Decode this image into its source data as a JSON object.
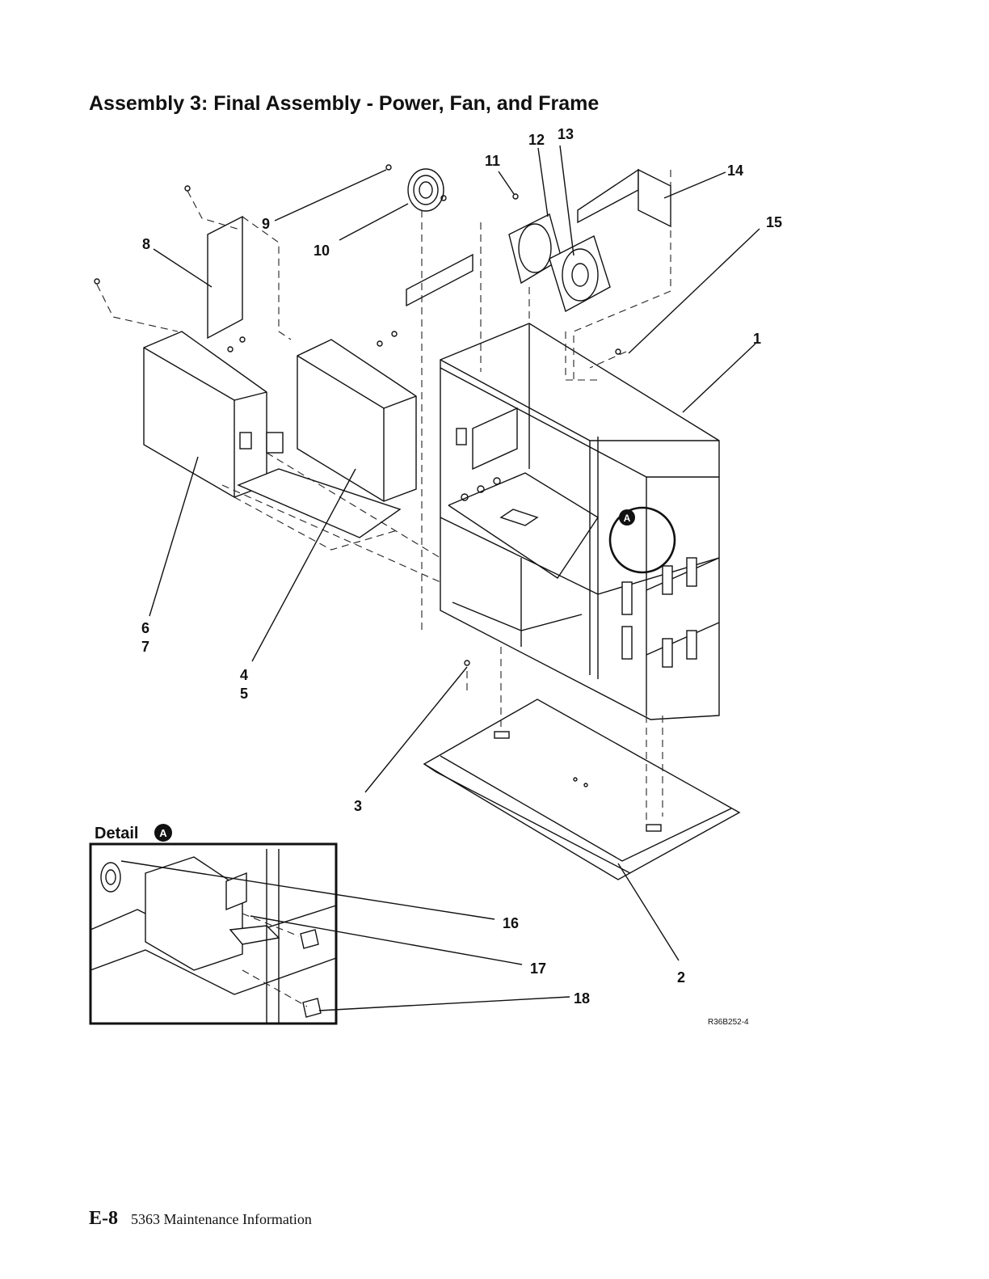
{
  "page": {
    "title": "Assembly 3:  Final Assembly - Power, Fan, and Frame",
    "page_number": "E-8",
    "document": "5363 Maintenance Information",
    "figure_ref": "R36B252-4"
  },
  "detail": {
    "title": "Detail",
    "marker": "A"
  },
  "callouts": {
    "c1": "1",
    "c2": "2",
    "c3": "3",
    "c4": "4",
    "c5": "5",
    "c6": "6",
    "c7": "7",
    "c8": "8",
    "c9": "9",
    "c10": "10",
    "c11": "11",
    "c12": "12",
    "c13": "13",
    "c14": "14",
    "c15": "15",
    "c16": "16",
    "c17": "17",
    "c18": "18"
  }
}
